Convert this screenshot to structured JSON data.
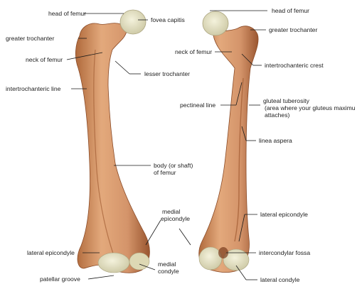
{
  "colors": {
    "bone_light": "#e6b086",
    "bone_mid": "#d08e60",
    "bone_dark": "#9a5630",
    "cartilage": "#e8e6c8",
    "leader": "#1a1a1a",
    "text": "#222222"
  },
  "labels": {
    "head_of_femur_anterior": "head of femur",
    "fovea_capitis": "fovea capitis",
    "greater_trochanter_anterior": "greater trochanter",
    "neck_of_femur_anterior": "neck of femur",
    "intertrochanteric_line": "intertrochanteric line",
    "lesser_trochanter": "lesser trochanter",
    "head_of_femur_posterior": "head of femur",
    "greater_trochanter_posterior": "greater trochanter",
    "neck_of_femur_posterior": "neck of femur",
    "intertrochanteric_crest": "intertrochanteric crest",
    "pectineal_line": "pectineal line",
    "gluteal_tuberosity": [
      "gluteal tuberosity",
      "(area where your gluteus maximu",
      "attaches)"
    ],
    "linea_aspera": "linea aspera",
    "body_of_femur": [
      "body (or shaft)",
      "of femur"
    ],
    "medial_epicondyle": [
      "medial",
      "epicondyle"
    ],
    "lateral_epicondyle_anterior": "lateral epicondyle",
    "medial_condyle": [
      "medial",
      "condyle"
    ],
    "patellar_groove": "patellar groove",
    "lateral_epicondyle_posterior": "lateral epicondyle",
    "intercondylar_fossa": "intercondylar fossa",
    "lateral_condyle": "lateral condyle"
  }
}
